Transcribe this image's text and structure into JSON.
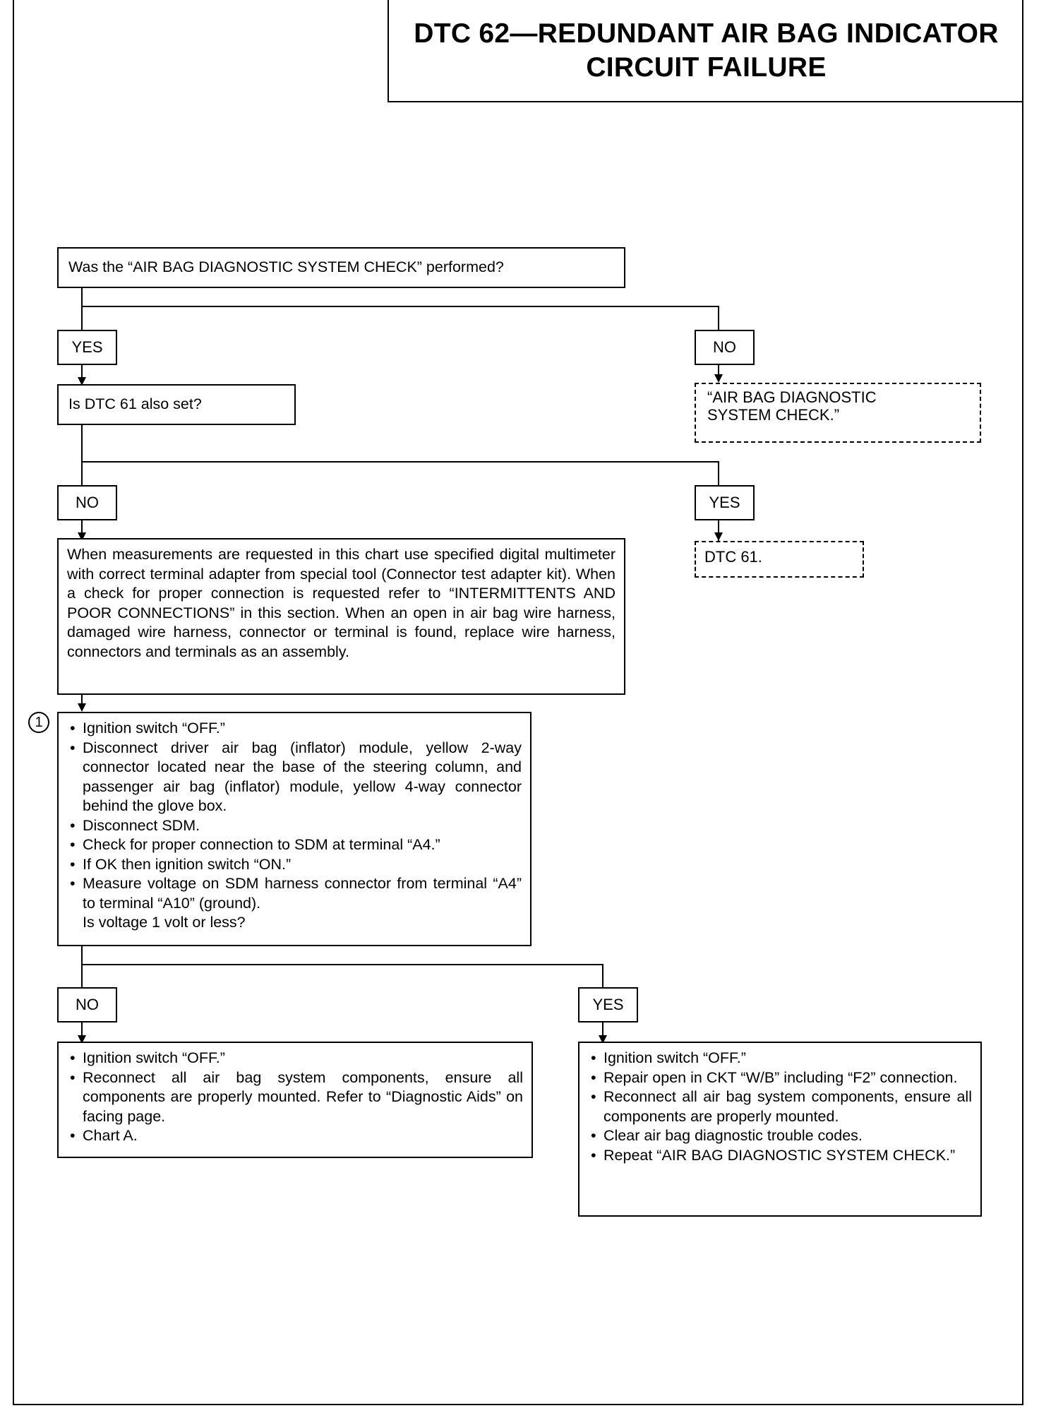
{
  "title": {
    "line1": "DTC 62—REDUNDANT AIR BAG INDICATOR",
    "line2": "CIRCUIT FAILURE"
  },
  "flowchart": {
    "q1": {
      "text": "Was the “AIR BAG DIAGNOSTIC SYSTEM CHECK” performed?",
      "yes": "YES",
      "no": "NO"
    },
    "no1_action": {
      "line1": "“AIR BAG DIAGNOSTIC",
      "line2": "SYSTEM CHECK.”"
    },
    "q2": {
      "text": "Is DTC 61 also set?",
      "no": "NO",
      "yes": "YES"
    },
    "yes2_action": "DTC 61.",
    "note": "When measurements are requested in this chart use specified digital multimeter with correct terminal adapter from special tool (Connector test adapter kit). When a check for proper connection is requested refer to “INTERMITTENTS AND POOR CONNECTIONS” in this section. When an open in air bag wire harness, damaged wire harness, connector or terminal is found, replace wire harness, connectors and terminals as an assembly.",
    "step1": {
      "marker": "1",
      "items": [
        "Ignition switch “OFF.”",
        "Disconnect driver air bag (inflator) module, yellow 2-way connector located near the base of the steering column, and passenger air bag (inflator) module, yellow 4-way connector behind the glove box.",
        "Disconnect SDM.",
        "Check for proper connection to SDM at terminal “A4.”",
        "If OK then ignition switch “ON.”",
        "Measure voltage on SDM harness connector from terminal “A4” to terminal “A10” (ground)."
      ],
      "question": "Is voltage 1 volt or less?",
      "no": "NO",
      "yes": "YES"
    },
    "no3_action": {
      "items": [
        "Ignition switch “OFF.”",
        "Reconnect all air bag system components, ensure all components are properly mounted. Refer to “Diagnostic Aids” on facing page.",
        "Chart A."
      ]
    },
    "yes3_action": {
      "items": [
        "Ignition switch “OFF.”",
        "Repair open in CKT “W/B” including “F2” connection.",
        "Reconnect all air bag system components, ensure all components are properly mounted.",
        "Clear air bag diagnostic trouble codes.",
        "Repeat “AIR BAG DIAGNOSTIC SYSTEM CHECK.”"
      ]
    }
  }
}
